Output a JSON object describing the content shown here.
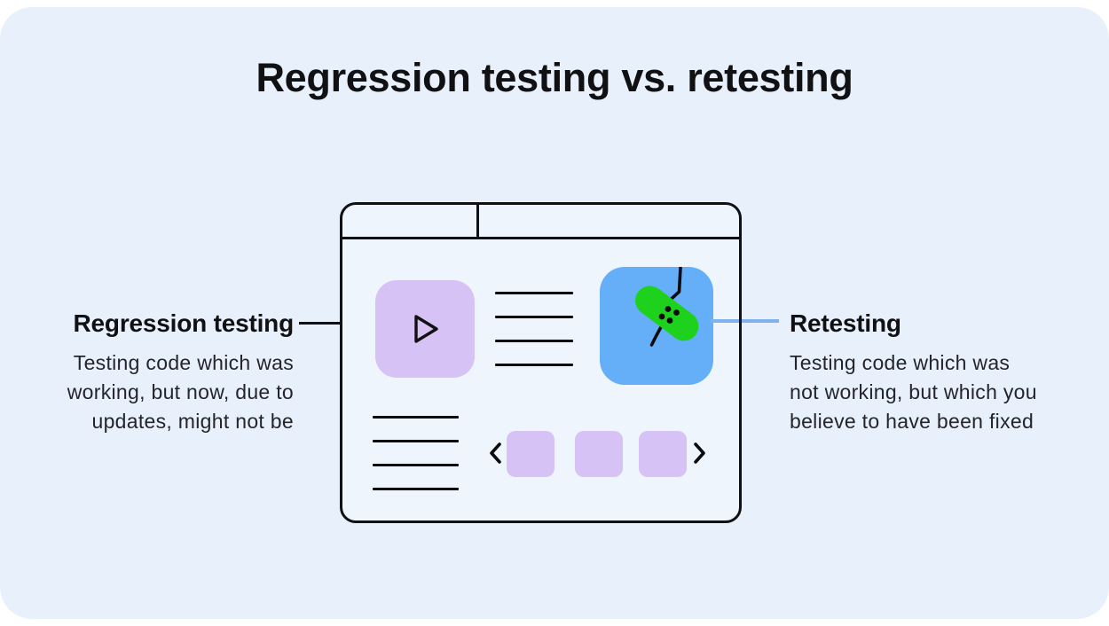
{
  "title": "Regression testing vs. retesting",
  "left_callout": {
    "heading": "Regression testing",
    "lines": [
      "Testing code which was",
      "working, but now, due to",
      "updates, might not be"
    ]
  },
  "right_callout": {
    "heading": "Retesting",
    "lines": [
      "Testing code which was",
      "not working, but which you",
      "believe to have been fixed"
    ]
  },
  "illustration": {
    "icons": [
      "play-icon",
      "bandage-icon",
      "crack-line",
      "chevron-left-icon",
      "chevron-right-icon",
      "text-placeholder-lines",
      "tab-divider"
    ]
  },
  "colors": {
    "canvas": "#e8f1fb",
    "window-fill": "#eef5fd",
    "lavender": "#d6c2f5",
    "blue-tile": "#65aef8",
    "bandage-green": "#1dd11d",
    "connector-blue": "#7fb2ee",
    "ink": "#111114"
  }
}
